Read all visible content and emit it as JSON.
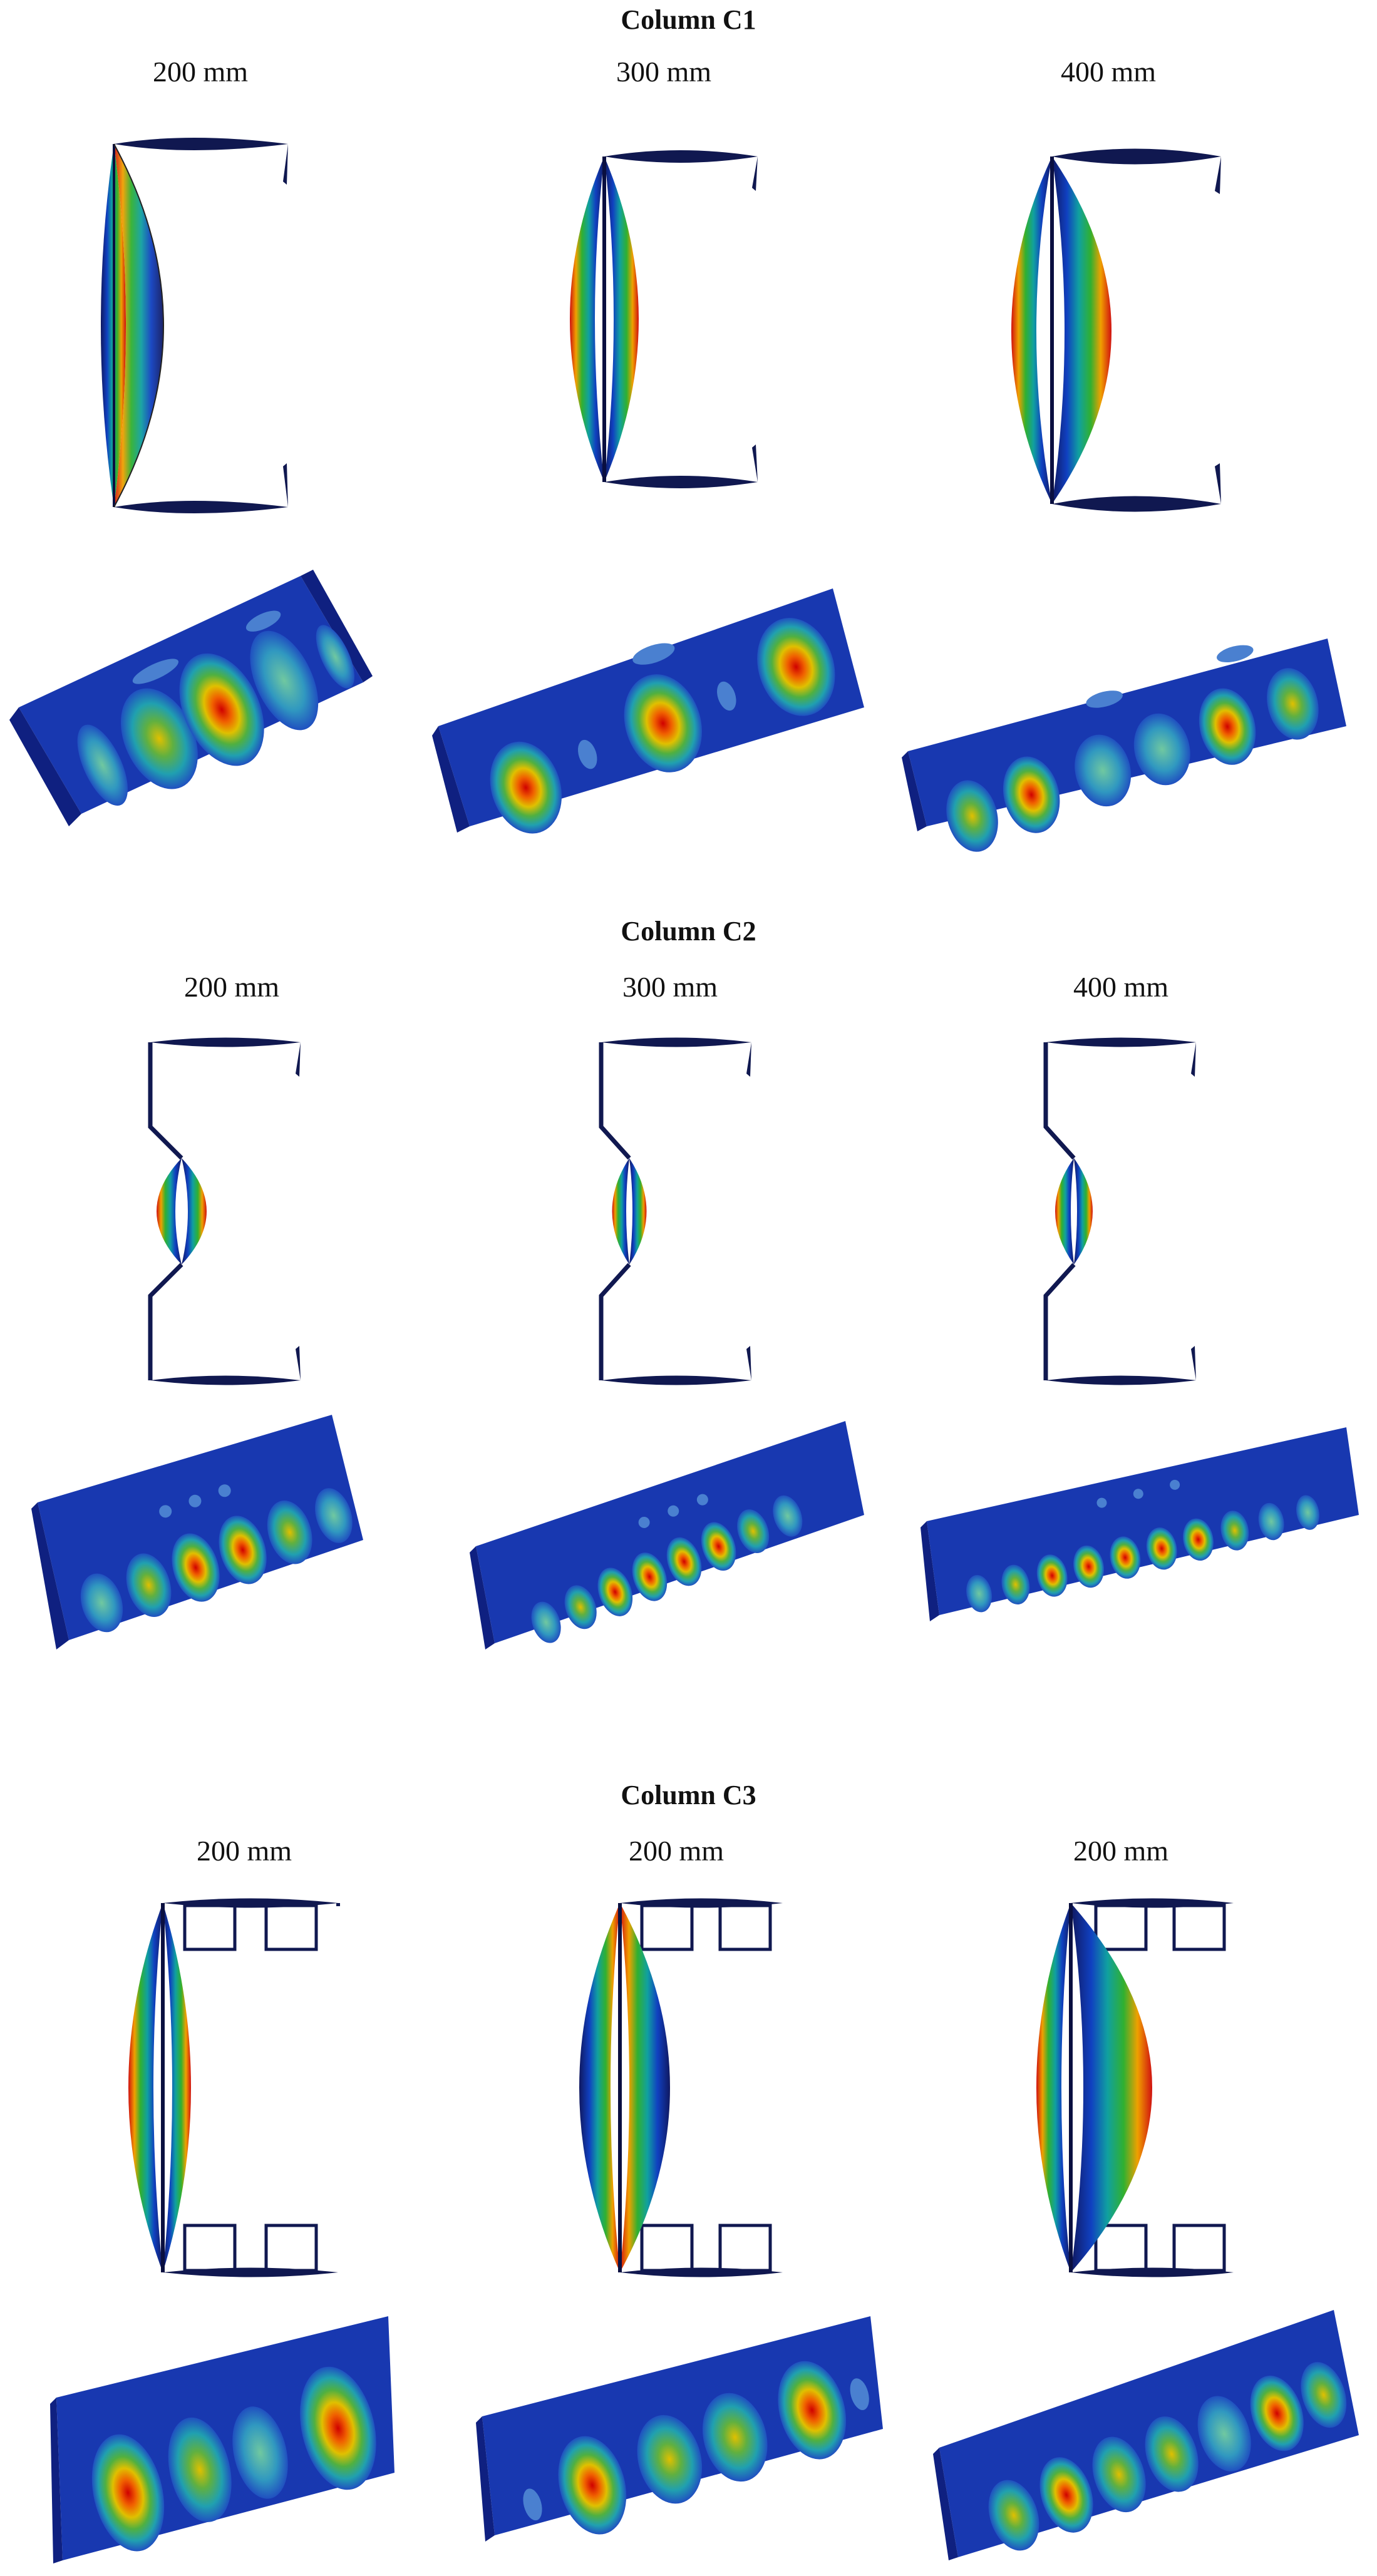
{
  "sections": [
    {
      "title": "Column C1",
      "labels": [
        "200 mm",
        "300 mm",
        "400 mm"
      ]
    },
    {
      "title": "Column C2",
      "labels": [
        "200 mm",
        "300 mm",
        "400 mm"
      ]
    },
    {
      "title": "Column C3",
      "labels": [
        "200 mm",
        "200 mm",
        "200 mm"
      ]
    }
  ]
}
